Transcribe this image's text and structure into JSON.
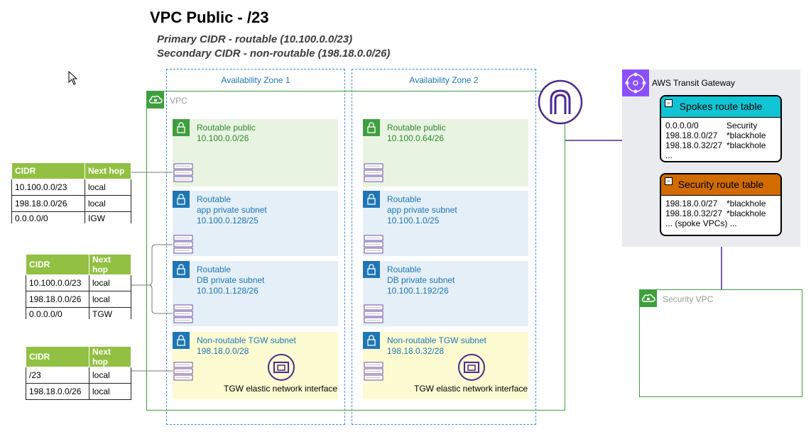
{
  "title": "VPC Public - /23",
  "subtitle_primary": "Primary CIDR - routable (10.100.0.0/23)",
  "subtitle_secondary": "Secondary CIDR - non-routable (198.18.0.0/26)",
  "availability_zones": [
    "Availability Zone 1",
    "Availability Zone 2"
  ],
  "vpc_label": "VPC",
  "az1": {
    "public": {
      "line1": "Routable public",
      "line2": "10.100.0.0/26"
    },
    "app": {
      "line1": "Routable",
      "line2": "app private subnet",
      "line3": "10.100.0.128/25"
    },
    "db": {
      "line1": "Routable",
      "line2": "DB private subnet",
      "line3": "10.100.1.128/26"
    },
    "tgw": {
      "line1": "Non-routable TGW subnet",
      "line2": "198.18.0.0/28",
      "eni": "TGW elastic network interface"
    }
  },
  "az2": {
    "public": {
      "line1": "Routable public",
      "line2": "10.100.0.64/26"
    },
    "app": {
      "line1": "Routable",
      "line2": "app private subnet",
      "line3": "10.100.1.0/25"
    },
    "db": {
      "line1": "Routable",
      "line2": "DB private subnet",
      "line3": "10.100.1.192/26"
    },
    "tgw": {
      "line1": "Non-routable TGW subnet",
      "line2": "198.18.0.32/28",
      "eni": "TGW elastic network interface"
    }
  },
  "tgw": {
    "label": "AWS Transit Gateway",
    "spokes": {
      "title": "Spokes route table",
      "rows": [
        [
          "0.0.0.0/0",
          "Security"
        ],
        [
          "198.18.0.0/27",
          "*blackhole"
        ],
        [
          "198.18.0.32/27",
          "*blackhole"
        ],
        [
          "...",
          ""
        ]
      ]
    },
    "security": {
      "title": "Security route table",
      "rows": [
        [
          "198.18.0.0/27",
          "*blackhole"
        ],
        [
          "198.18.0.32/27",
          "*blackhole"
        ],
        [
          "... (spoke VPCs) ...",
          ""
        ]
      ]
    }
  },
  "security_vpc_label": "Security VPC",
  "route_tables": [
    {
      "headers": [
        "CIDR",
        "Next hop"
      ],
      "rows": [
        [
          "10.100.0.0/23",
          "local"
        ],
        [
          "198.18.0.0/26",
          "local"
        ],
        [
          "0.0.0.0/0",
          "IGW"
        ]
      ]
    },
    {
      "headers": [
        "CIDR",
        "Next hop"
      ],
      "rows": [
        [
          "10.100.0.0/23",
          "local"
        ],
        [
          "198.18.0.0/26",
          "local"
        ],
        [
          "0.0.0.0/0",
          "TGW"
        ]
      ]
    },
    {
      "headers": [
        "CIDR",
        "Next hop"
      ],
      "rows": [
        [
          "/23",
          "local"
        ],
        [
          "198.18.0.0/26",
          "local"
        ]
      ]
    }
  ],
  "colors": {
    "vpc": "#3f9f3f",
    "az": "#3f8fc9",
    "tgw": "#8c4fff",
    "route_header": "#92c042",
    "spokes": "#11c4d4",
    "security": "#d26b00"
  }
}
